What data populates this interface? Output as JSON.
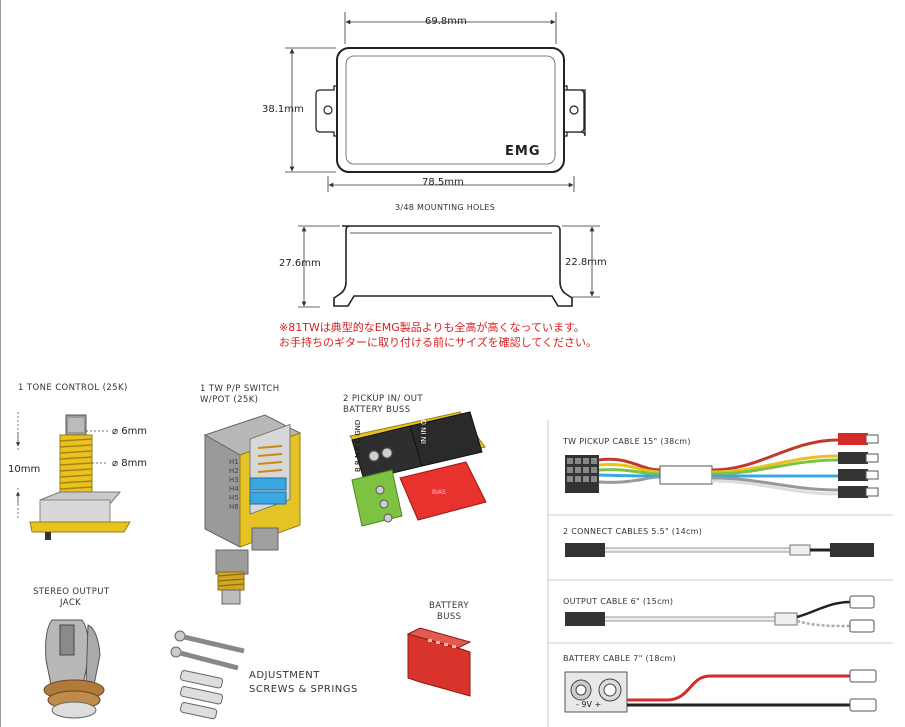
{
  "dimensions": {
    "width_top": "69.8mm",
    "height_left": "38.1mm",
    "width_bottom": "78.5mm",
    "mounting": "3/48 MOUNTING HOLES",
    "side_height_left": "27.6mm",
    "side_height_right": "22.8mm"
  },
  "logo": "EMG",
  "note": {
    "line1": "※81TWは典型的なEMG製品よりも全高が高くなっています。",
    "line2": "お手持ちのギターに取り付ける前にサイズを確認してください。"
  },
  "components": {
    "tone_control": "1 TONE CONTROL (25K)",
    "pot_shaft_6": "6mm",
    "pot_bushing_8": "8mm",
    "pot_height": "10mm",
    "switch_line1": "1 TW P/P SWITCH",
    "switch_line2": "W/POT (25K)",
    "switch_labels": [
      "H1",
      "H2",
      "H3",
      "H4",
      "H5",
      "H6"
    ],
    "buss_line1": "2 PICKUP IN/ OUT",
    "buss_line2": "BATTERY BUSS",
    "buss_labels": [
      "B",
      "R",
      "N",
      "K",
      "O",
      "GND"
    ],
    "buss_top_labels": [
      "IN",
      "IN",
      "OUT"
    ],
    "buss_red_label": "BIAS",
    "jack_line1": "STEREO OUTPUT",
    "jack_line2": "JACK",
    "screws_line1": "ADJUSTMENT",
    "screws_line2": "SCREWS & SPRINGS",
    "battery_buss_line1": "BATTERY",
    "battery_buss_line2": "BUSS"
  },
  "cables": {
    "tw_pickup": "TW PICKUP CABLE 15\" (38cm)",
    "connect": "2 CONNECT CABLES 5.5\" (14cm)",
    "output": "OUTPUT CABLE 6\" (15cm)",
    "battery": "BATTERY CABLE 7\" (18cm)",
    "battery_label": "-  9V  +"
  },
  "colors": {
    "note_red": "#d81e1e",
    "pot_yellow": "#e8c21f",
    "switch_blue": "#3aa7e0",
    "buss_green": "#7dc242",
    "buss_red": "#e8322e",
    "battery_red": "#d9342b"
  }
}
